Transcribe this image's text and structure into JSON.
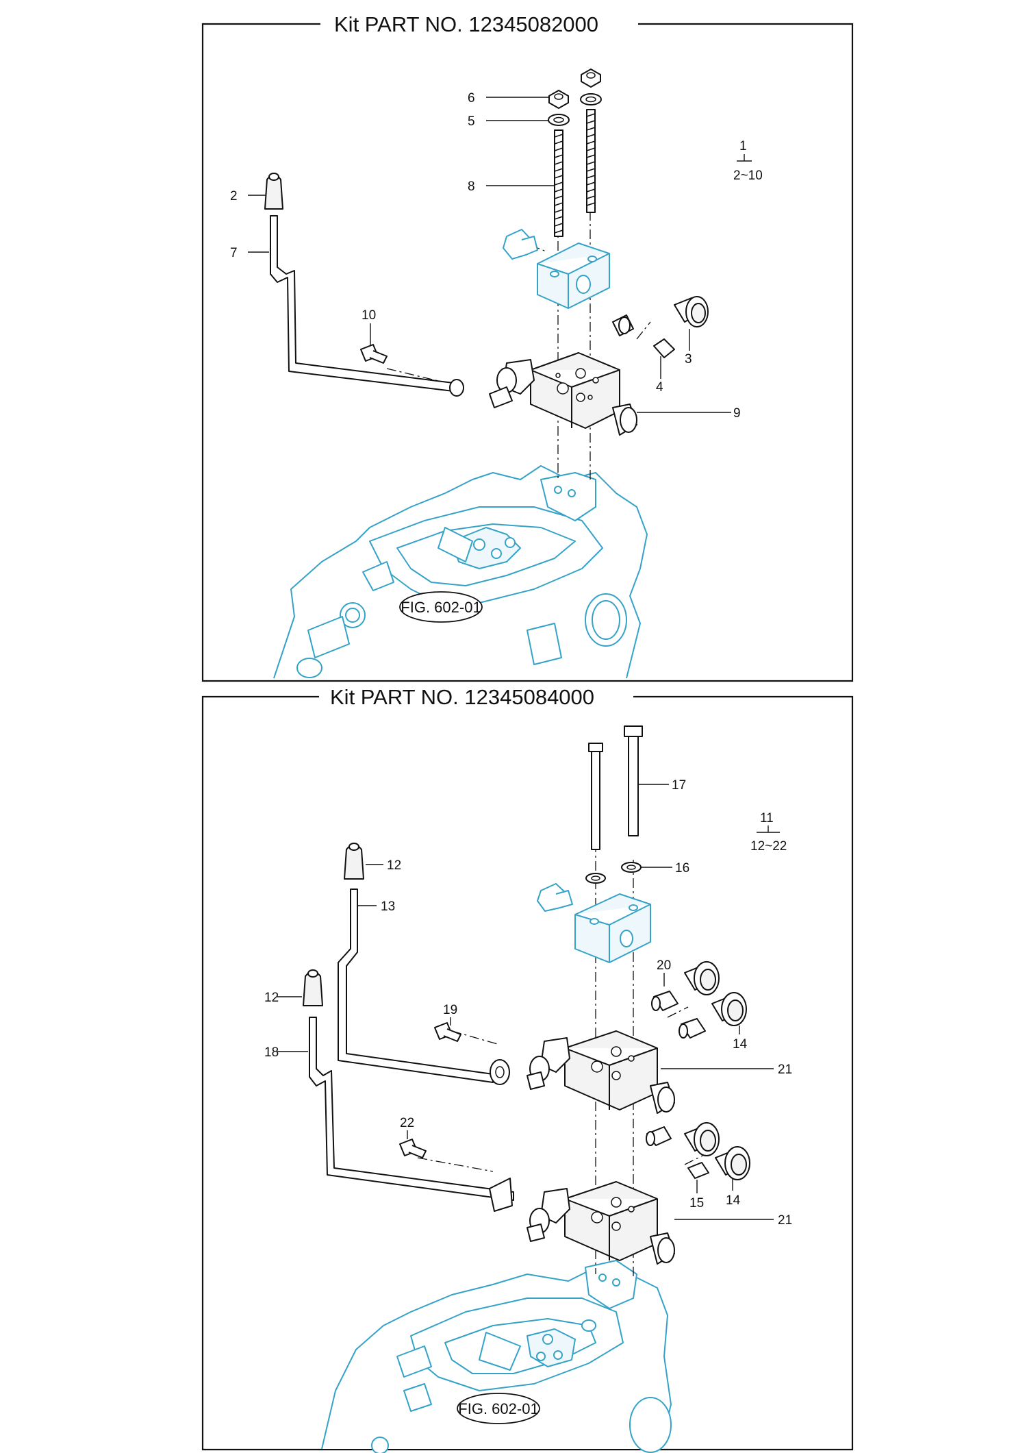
{
  "kits": [
    {
      "title": "Kit PART NO. 12345082000",
      "reference": "FIG. 602-01",
      "group": {
        "parent": "1",
        "range": "2~10"
      },
      "callouts": {
        "c2": "2",
        "c3": "3",
        "c4": "4",
        "c5": "5",
        "c6": "6",
        "c7": "7",
        "c8": "8",
        "c9": "9",
        "c10": "10"
      }
    },
    {
      "title": "Kit PART NO. 12345084000",
      "reference": "FIG. 602-01",
      "group": {
        "parent": "11",
        "range": "12~22"
      },
      "callouts": {
        "c12a": "12",
        "c12b": "12",
        "c13": "13",
        "c14a": "14",
        "c14b": "14",
        "c15": "15",
        "c16": "16",
        "c17": "17",
        "c18": "18",
        "c19": "19",
        "c20": "20",
        "c21a": "21",
        "c21b": "21",
        "c22": "22"
      }
    }
  ],
  "colors": {
    "line": "#111111",
    "mounting_body": "#35a2c8",
    "background": "#ffffff"
  },
  "icons": [
    "lever-knob-icon",
    "hex-nut-icon",
    "washer-icon",
    "stud-bolt-icon",
    "control-valve-icon",
    "fitting-icon",
    "bolt-icon"
  ]
}
